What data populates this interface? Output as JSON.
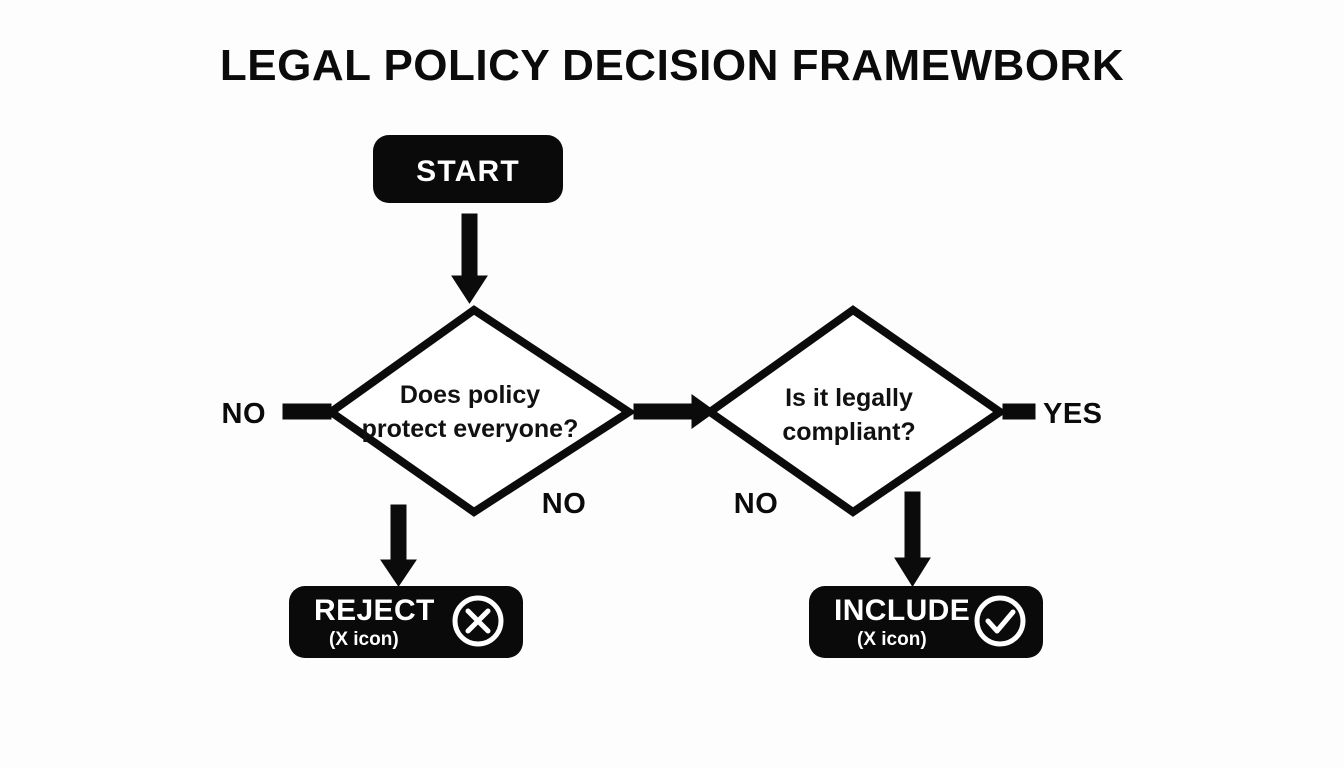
{
  "diagram": {
    "title": "LEGAL POLICY DECISION FRAMEWBORK",
    "background_color": "#fdfdfd",
    "ink_color": "#0b0b0b",
    "node_fill_dark": "#0a0a0a",
    "node_text_light": "#ffffff"
  },
  "nodes": {
    "start": {
      "label": "START",
      "shape": "rounded-rectangle",
      "style": "filled-dark"
    },
    "decision_one": {
      "line1": "Does policy",
      "line2": "protect everyone?",
      "shape": "diamond",
      "style": "outline"
    },
    "decision_two": {
      "line1": "Is it legally",
      "line2": "compliant?",
      "shape": "diamond",
      "style": "outline"
    },
    "reject": {
      "label": "REJECT",
      "sublabel": "(X icon)",
      "icon": "circle-x-icon",
      "shape": "rounded-rectangle",
      "style": "filled-dark"
    },
    "include": {
      "label": "INCLUDE",
      "sublabel": "(X icon)",
      "icon": "circle-check-icon",
      "shape": "rounded-rectangle",
      "style": "filled-dark"
    }
  },
  "edge_labels": {
    "decision_one_left": "NO",
    "decision_one_bottom_right": "NO",
    "decision_two_bottom_left": "NO",
    "decision_two_right": "YES"
  },
  "connectors": [
    {
      "name": "start-to-decision-one",
      "type": "arrow",
      "direction": "down"
    },
    {
      "name": "decision-one-to-decision-two",
      "type": "arrow",
      "direction": "right"
    },
    {
      "name": "decision-one-left-stub",
      "type": "line",
      "direction": "left"
    },
    {
      "name": "decision-one-to-reject",
      "type": "arrow",
      "direction": "down"
    },
    {
      "name": "decision-two-right-stub",
      "type": "line",
      "direction": "right"
    },
    {
      "name": "decision-two-to-include",
      "type": "arrow",
      "direction": "down"
    }
  ]
}
